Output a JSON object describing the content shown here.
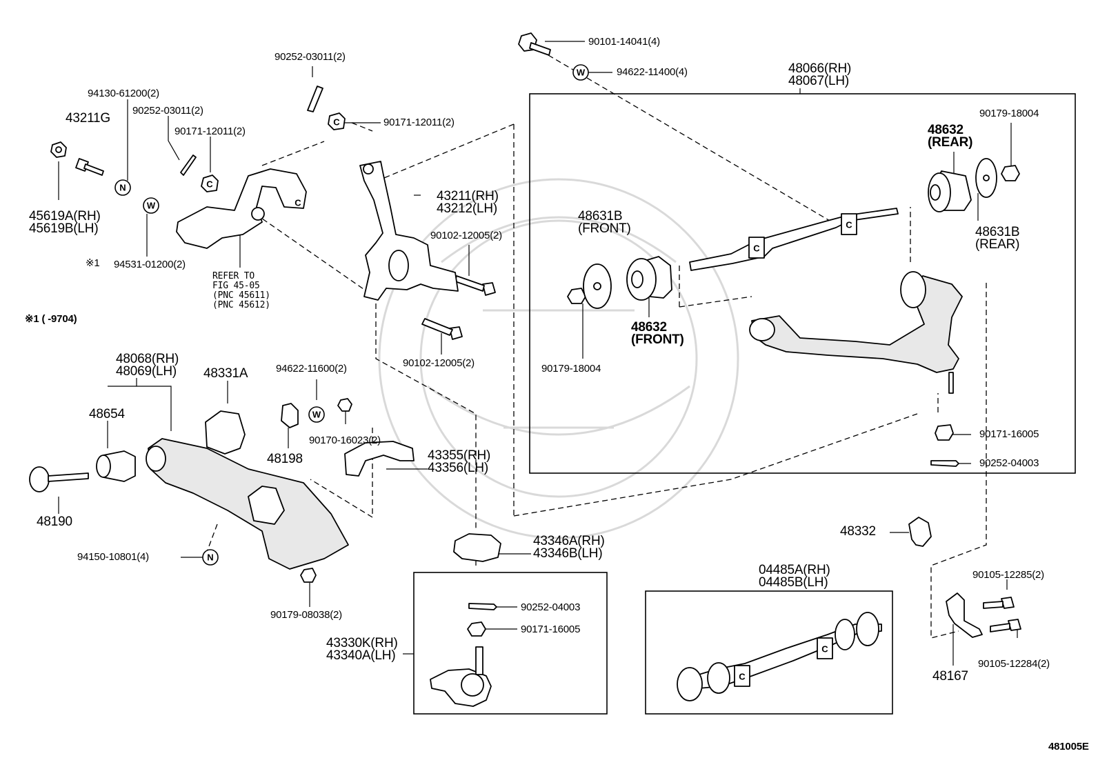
{
  "diagram_code": "481005E",
  "footnote": {
    "mark": "※1",
    "text": "(      -9704)"
  },
  "refer_note": [
    "REFER TO",
    "FIG 45-05",
    "(PNC 45611)",
    "(PNC 45612)"
  ],
  "labels": {
    "l_94130": "94130-61200(2)",
    "l_43211g": "43211G",
    "l_90252a": "90252-03011(2)",
    "l_90171a": "90171-12011(2)",
    "l_45619": [
      "45619A(RH)",
      "45619B(LH)"
    ],
    "l_94531": "94531-01200(2)",
    "l_94531_mark": "※1",
    "l_90252b": "90252-03011(2)",
    "l_90171b": "90171-12011(2)",
    "l_90101": "90101-14041(4)",
    "l_94622a": "94622-11400(4)",
    "l_48066": [
      "48066(RH)",
      "48067(LH)"
    ],
    "l_43211": [
      "43211(RH)",
      "43212(LH)"
    ],
    "l_90102a": "90102-12005(2)",
    "l_90102b": "90102-12005(2)",
    "l_90179a": "90179-18004",
    "l_48632r": [
      "48632",
      "(REAR)"
    ],
    "l_48631bf": [
      "48631B",
      "(FRONT)"
    ],
    "l_48631br": [
      "48631B",
      "(REAR)"
    ],
    "l_48632f": [
      "48632",
      "(FRONT)"
    ],
    "l_90179b": "90179-18004",
    "l_90171c": "90171-16005",
    "l_90252c": "90252-04003",
    "l_48068": [
      "48068(RH)",
      "48069(LH)"
    ],
    "l_48331a": "48331A",
    "l_48654": "48654",
    "l_94622b": "94622-11600(2)",
    "l_90170": "90170-16023(2)",
    "l_48198": "48198",
    "l_43355": [
      "43355(RH)",
      "43356(LH)"
    ],
    "l_48190": "48190",
    "l_94150": "94150-10801(4)",
    "l_43346": [
      "43346A(RH)",
      "43346B(LH)"
    ],
    "l_90179c": "90179-08038(2)",
    "l_90252d": "90252-04003",
    "l_90171d": "90171-16005",
    "l_43330": [
      "43330K(RH)",
      "43340A(LH)"
    ],
    "l_48332": "48332",
    "l_04485": [
      "04485A(RH)",
      "04485B(LH)"
    ],
    "l_90105a": "90105-12285(2)",
    "l_90105b": "90105-12284(2)",
    "l_48167": "48167"
  },
  "symbols": {
    "washer": "W",
    "nut": "N",
    "cnut": "C"
  }
}
